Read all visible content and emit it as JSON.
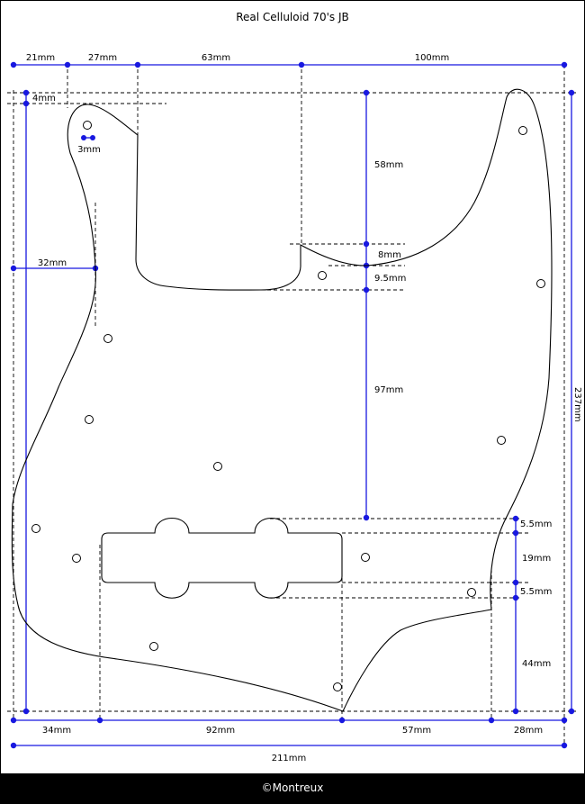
{
  "title": "Real Celluloid 70's JB",
  "footer": "©Montreux",
  "colors": {
    "dimension": "#1818e0",
    "outline": "#000000",
    "footer_bg": "#000000",
    "footer_text": "#ffffff"
  },
  "dimensions": {
    "top_21": "21mm",
    "top_27": "27mm",
    "top_63": "63mm",
    "top_100": "100mm",
    "left_4": "4mm",
    "hole_3": "3mm",
    "left_32": "32mm",
    "v_58": "58mm",
    "v_8": "8mm",
    "v_9_5": "9.5mm",
    "v_97": "97mm",
    "right_237": "237mm",
    "r_5_5_top": "5.5mm",
    "r_19": "19mm",
    "r_5_5_bottom": "5.5mm",
    "r_44": "44mm",
    "bottom_34": "34mm",
    "bottom_92": "92mm",
    "bottom_57": "57mm",
    "bottom_28": "28mm",
    "bottom_211": "211mm"
  }
}
